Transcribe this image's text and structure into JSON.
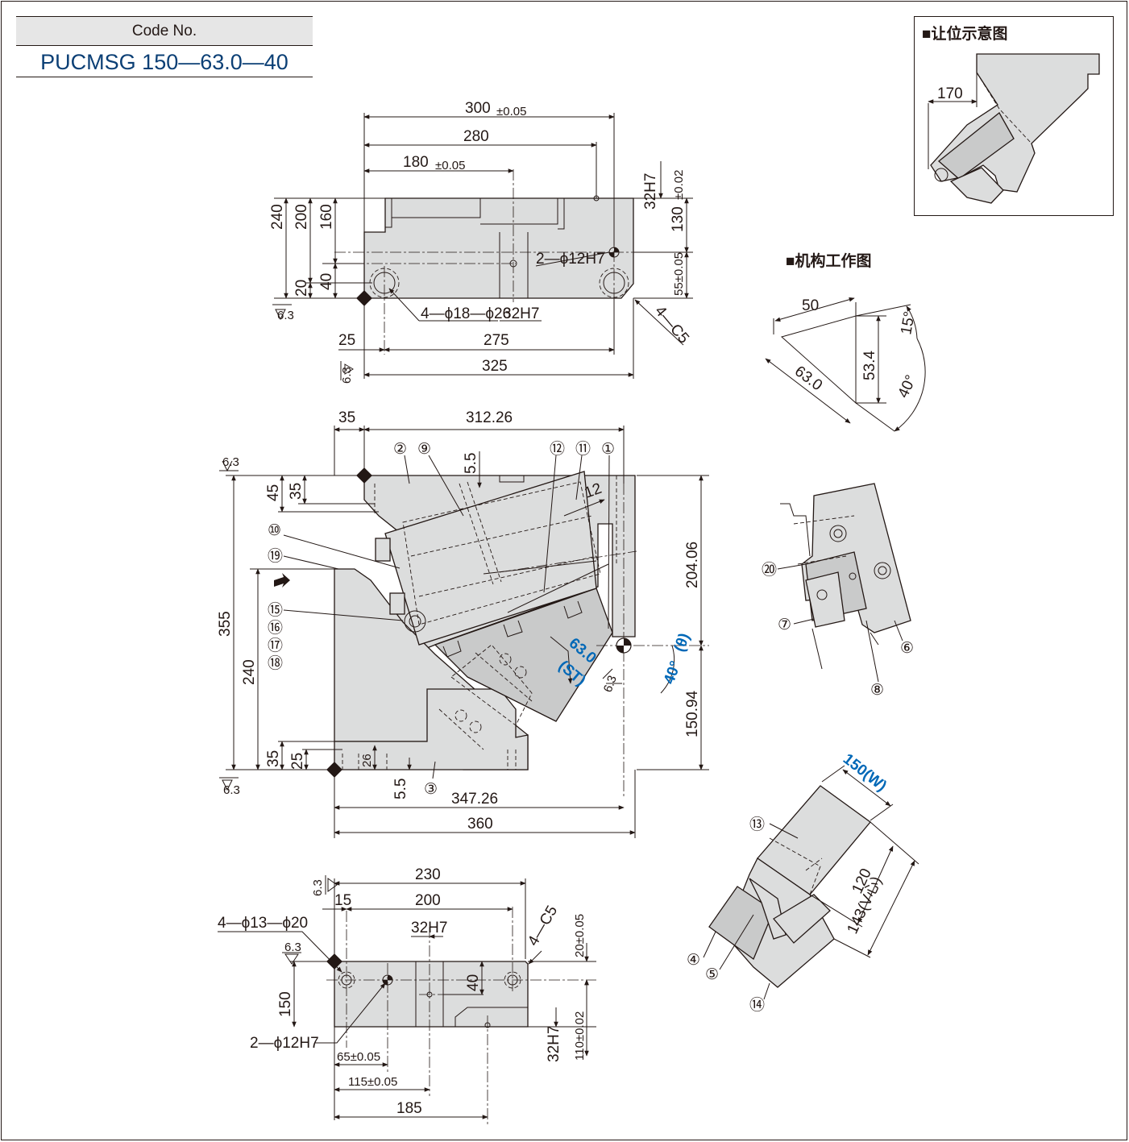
{
  "code_box": {
    "header": "Code No.",
    "value": "PUCMSG 150—63.0—40"
  },
  "insets": {
    "clearance_title": "■让位示意图",
    "clearance_dim": "170",
    "mechanism_title": "■机构工作图",
    "mechanism_dims": {
      "horizontal": "50",
      "stroke": "63.0",
      "vertical": "53.4",
      "angle_small": "15°",
      "angle_large": "40°"
    }
  },
  "top_view": {
    "dims": {
      "d300": "300",
      "tol_005": "±0.05",
      "d280": "280",
      "d180": "180",
      "d32h7": "32H7",
      "d130": "130",
      "tol_002": "±0.02",
      "d55": "55±0.05",
      "d240": "240",
      "d200": "200",
      "d160": "160",
      "d20": "20",
      "d40": "40",
      "holes_pin": "2—ϕ12H7",
      "holes_bolt": "4—ϕ18—ϕ26",
      "d32h7_b": "32H7",
      "chamfer": "4—C5",
      "d25": "25",
      "d275": "275",
      "d325": "325"
    },
    "roughness": "6.3"
  },
  "front_view": {
    "dims": {
      "d35": "35",
      "d312": "312.26",
      "d5_5": "5.5",
      "d12": "12",
      "d45": "45",
      "d35b": "35",
      "d204": "204.06",
      "d355": "355",
      "d240": "240",
      "d150": "150.94",
      "d35c": "35",
      "d25": "25",
      "d26": "26",
      "d5_5b": "5.5",
      "d347": "347.26",
      "d360": "360"
    },
    "stroke": "63.0",
    "stroke_tag": "(ST)",
    "angle": "40°",
    "angle_tag": "(θ)",
    "roughness": "6.3",
    "balloons": {
      "b1": "①",
      "b2": "②",
      "b3": "③",
      "b9": "⑨",
      "b10": "⑩",
      "b11": "⑪",
      "b12": "⑫",
      "b15": "⑮",
      "b16": "⑯",
      "b17": "⑰",
      "b18": "⑱",
      "b19": "⑲"
    }
  },
  "bottom_view": {
    "dims": {
      "d230": "230",
      "d15": "15",
      "d200": "200",
      "holes_bolt": "4—ϕ13—ϕ20",
      "d32h7": "32H7",
      "chamfer": "4—C5",
      "d20": "20±0.05",
      "d40": "40",
      "d150": "150",
      "holes_pin": "2—ϕ12H7",
      "d65": "65±0.05",
      "d115": "115±0.05",
      "d185": "185",
      "d32h7_b": "32H7",
      "d110": "110±0.02"
    },
    "roughness": "6.3"
  },
  "detail_view": {
    "balloons": {
      "b6": "⑥",
      "b7": "⑦",
      "b8": "⑧",
      "b20": "⑳"
    }
  },
  "iso_view": {
    "width_label": "150(W)",
    "d120": "120",
    "d143": "143(V心)",
    "balloons": {
      "b4": "④",
      "b5": "⑤",
      "b13": "⑬",
      "b14": "⑭"
    }
  },
  "colors": {
    "line": "#231815",
    "accent": "#0068b7",
    "code_text": "#0b3f75",
    "body_fill": "#dcdddd",
    "header_fill": "#e6e6e6"
  }
}
